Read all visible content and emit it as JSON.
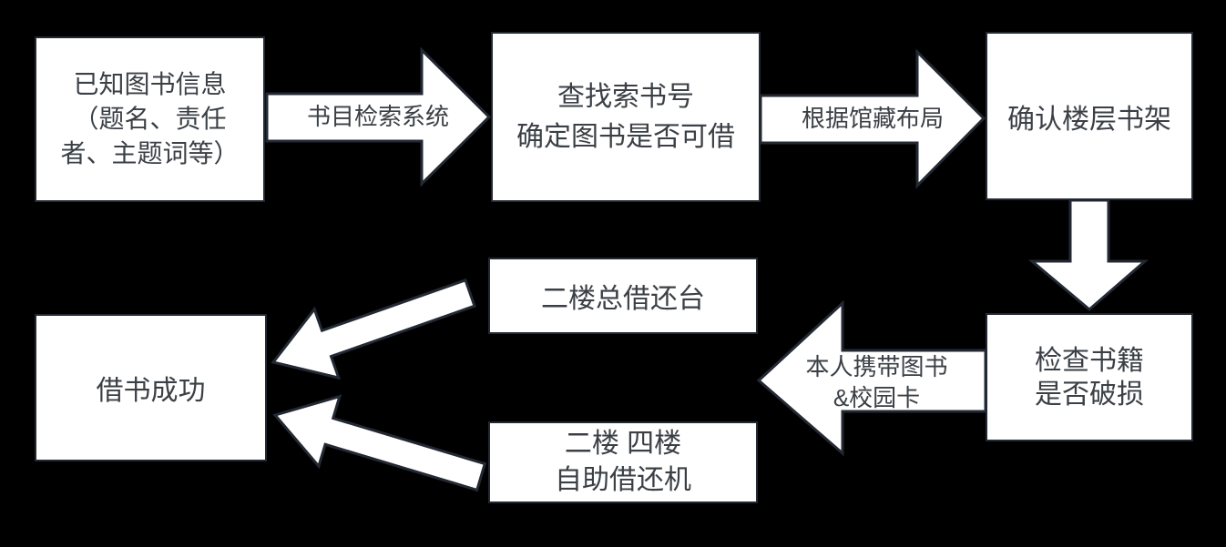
{
  "palette": {
    "background": "#000000",
    "box_fill": "#ffffff",
    "box_border": "#232933",
    "text_color": "#3b4046"
  },
  "nodes": {
    "book_info": {
      "line1": "已知图书信息",
      "line2": "（题名、责任",
      "line3": "者、主题词等）"
    },
    "find_call_number": {
      "line1": "查找索书号",
      "line2": "确定图书是否可借"
    },
    "confirm_floor_shelf": {
      "line1": "确认楼层书架"
    },
    "check_damage": {
      "line1": "检查书籍",
      "line2": "是否破损"
    },
    "main_circulation_desk": {
      "line1": "二楼总借还台"
    },
    "self_service_machines": {
      "line1": "二楼 四楼",
      "line2": "自助借还机"
    },
    "borrow_success": {
      "line1": "借书成功"
    }
  },
  "arrow_labels": {
    "catalog_search_system": "书目检索系统",
    "per_collection_layout": "根据馆藏布局",
    "bring_book_line1": "本人携带图书",
    "bring_book_line2": "&校园卡"
  }
}
